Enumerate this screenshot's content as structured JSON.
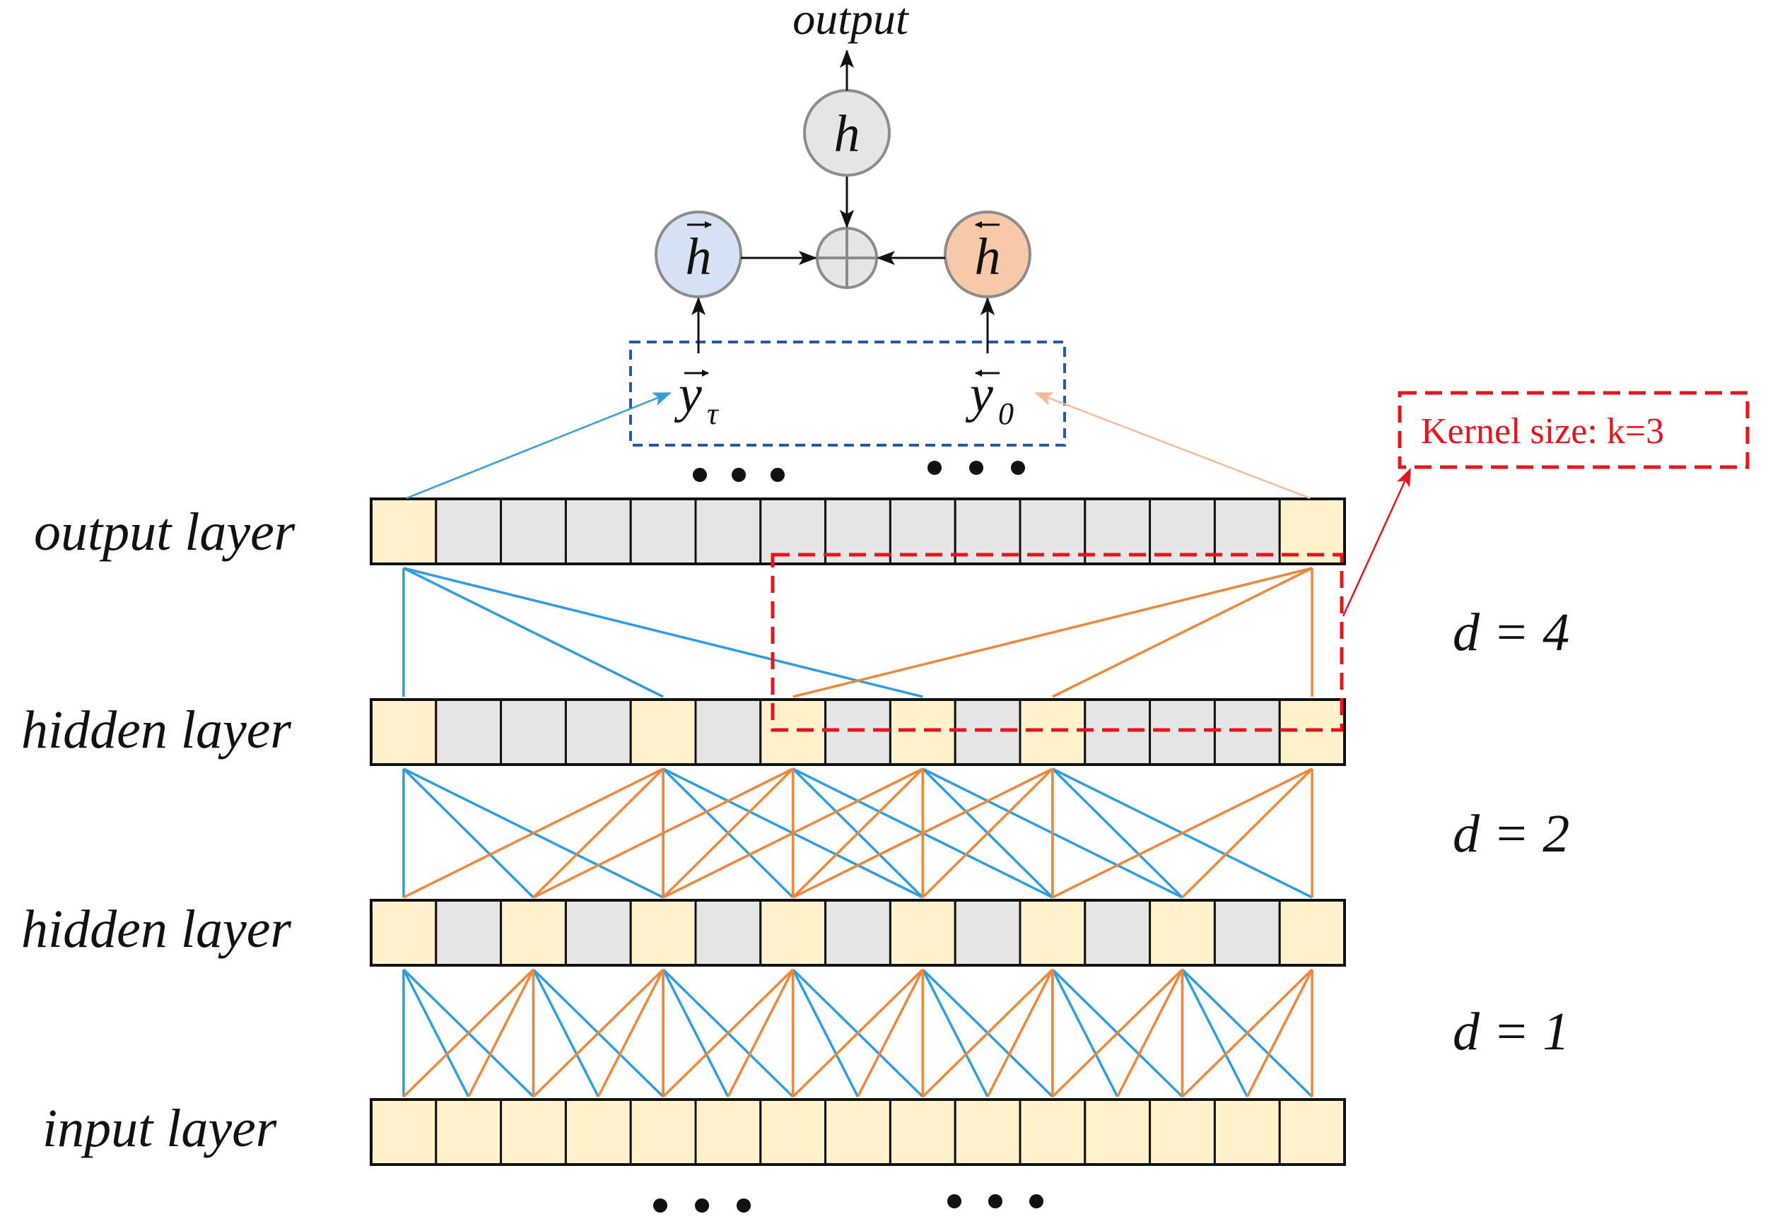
{
  "labels": {
    "output_top": "output",
    "h_node": "h",
    "h_forward": "h",
    "h_backward": "h",
    "y_tau": "y",
    "y_tau_sub": "τ",
    "y_zero": "y",
    "y_zero_sub": "0",
    "kernel_note": "Kernel size: k=3"
  },
  "layers": [
    {
      "name": "output layer",
      "highlighted_cells": [
        0,
        14
      ]
    },
    {
      "name": "hidden layer",
      "highlighted_cells": [
        0,
        4,
        6,
        8,
        10,
        14
      ]
    },
    {
      "name": "hidden layer",
      "highlighted_cells": [
        0,
        2,
        4,
        6,
        8,
        10,
        12,
        14
      ]
    },
    {
      "name": "input layer",
      "highlighted_cells": [
        0,
        1,
        2,
        3,
        4,
        5,
        6,
        7,
        8,
        9,
        10,
        11,
        12,
        13,
        14
      ]
    }
  ],
  "cells_per_layer": 15,
  "dilations": [
    {
      "label": "d = 4",
      "d": 4
    },
    {
      "label": "d = 2",
      "d": 2
    },
    {
      "label": "d = 1",
      "d": 1
    }
  ],
  "colors": {
    "cell_highlight": "#fff2cc",
    "cell_plain": "#e6e6e6",
    "forward_line": "#2e9fdc",
    "backward_line": "#f0873a",
    "h_forward_fill": "#d6e2f3",
    "h_backward_fill": "#f8c9a8",
    "h_fill": "#e6e6e6",
    "kernel_red": "#e8141c",
    "bracket_blue": "#2458a8"
  }
}
